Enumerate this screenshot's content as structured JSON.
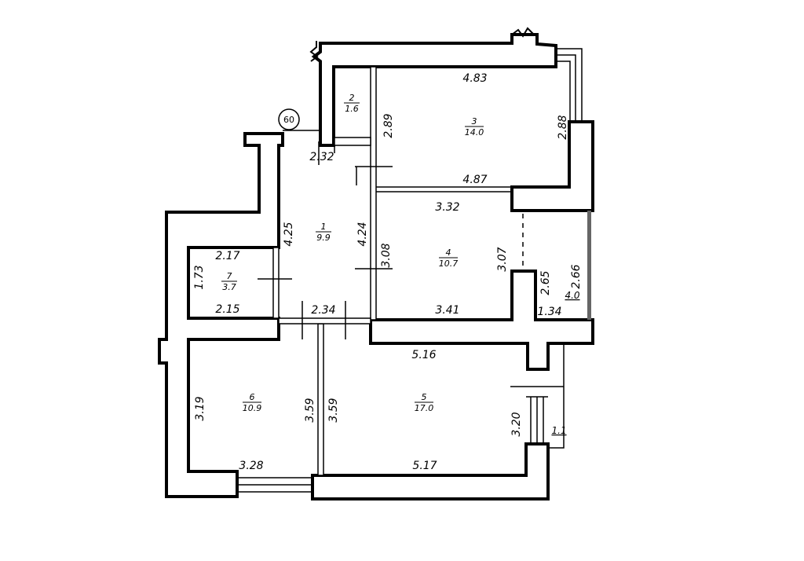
{
  "plan": {
    "marker": "60",
    "rooms": [
      {
        "number": "1",
        "area": "9.9"
      },
      {
        "number": "2",
        "area": "1.6"
      },
      {
        "number": "3",
        "area": "14.0"
      },
      {
        "number": "4",
        "area": "10.7"
      },
      {
        "number": "5",
        "area": "17.0"
      },
      {
        "number": "6",
        "area": "10.9"
      },
      {
        "number": "7",
        "area": "3.7"
      }
    ],
    "dims": [
      "4.83",
      "2.89",
      "2.88",
      "4.87",
      "2.32",
      "3.32",
      "4.25",
      "4.24",
      "3.08",
      "3.07",
      "2.65",
      "2.66",
      "4.0",
      "2.17",
      "1.73",
      "2.15",
      "2.34",
      "3.41",
      "1.34",
      "5.16",
      "3.19",
      "3.59",
      "3.59",
      "3.20",
      "1.1",
      "3.28",
      "5.17"
    ],
    "colors": {
      "line": "#000000",
      "balcony_edge": "#666666"
    }
  }
}
